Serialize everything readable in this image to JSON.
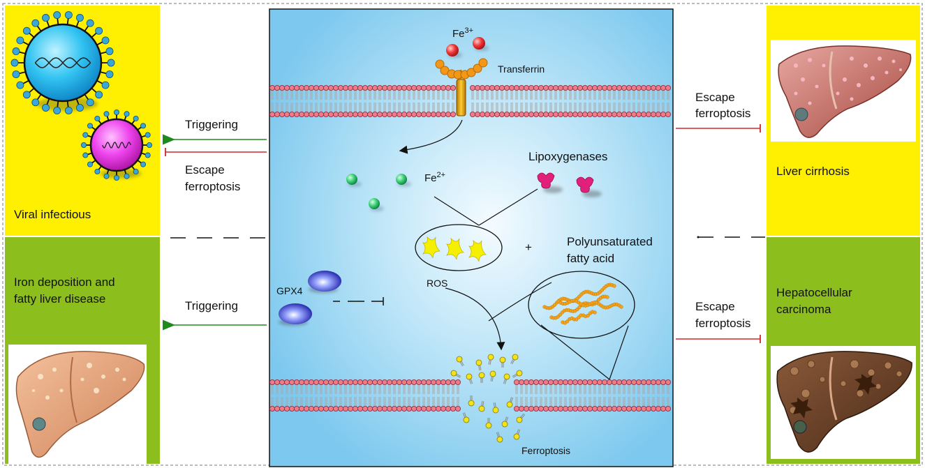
{
  "colors": {
    "yellow_panel": "#ffef00",
    "green_panel": "#8cbf1e",
    "center_bg": "#9fd6f2",
    "trigger_arrow": "#1e8a1e",
    "escape_arrow": "#d0262a"
  },
  "left": {
    "top_panel_label": "Viral infectious",
    "bottom_panel_label_line1": "Iron deposition and",
    "bottom_panel_label_line2": "fatty liver disease",
    "arrow_triggering_top": "Triggering",
    "arrow_escape_line1": "Escape",
    "arrow_escape_line2": "ferroptosis",
    "arrow_triggering_bottom": "Triggering",
    "icons": [
      "virus-icon",
      "virus-icon",
      "liver-icon"
    ]
  },
  "right": {
    "top_panel_label": "Liver cirrhosis",
    "bottom_panel_label_line1": "Hepatocellular",
    "bottom_panel_label_line2": "carcinoma",
    "escape_top_line1": "Escape",
    "escape_top_line2": "ferroptosis",
    "escape_bottom_line1": "Escape",
    "escape_bottom_line2": "ferroptosis",
    "icons": [
      "liver-icon",
      "liver-icon"
    ]
  },
  "center": {
    "fe3_base": "Fe",
    "fe3_sup": "3+",
    "transferrin": "Transferrin",
    "fe2_base": "Fe",
    "fe2_sup": "2+",
    "lipoxygenases": "Lipoxygenases",
    "plus": "+",
    "pufa_line1": "Polyunsaturated",
    "pufa_line2": "fatty acid",
    "ros": "ROS",
    "gpx4": "GPX4",
    "ferroptosis": "Ferroptosis"
  }
}
